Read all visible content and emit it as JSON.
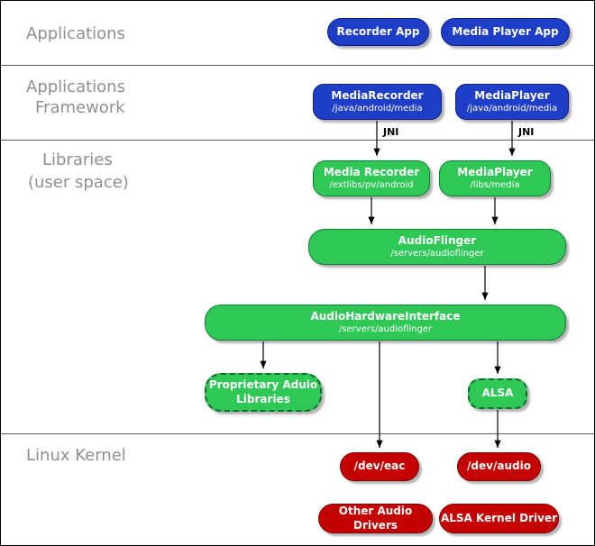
{
  "colors": {
    "blue": "#1e3ec8",
    "green": "#2fc857",
    "red": "#c40000",
    "section_label_gray": "#8f8f8f",
    "shadow_gray": "#b4b4b4"
  },
  "labels": {
    "applications": "Applications",
    "framework": [
      "Applications",
      "Framework"
    ],
    "libraries": [
      "Libraries",
      "(user space)"
    ],
    "kernel": "Linux Kernel",
    "jni_left": "JNI",
    "jni_right": "JNI"
  },
  "nodes": {
    "recorder_app": {
      "title": "Recorder App"
    },
    "media_player_app": {
      "title": "Media Player App"
    },
    "media_recorder_framework": {
      "title": "MediaRecorder",
      "path": "/java/android/media"
    },
    "media_player_framework": {
      "title": "MediaPlayer",
      "path": "/java/android/media"
    },
    "media_recorder_lib": {
      "title": "Media Recorder",
      "path": "/extlibs/pv/android"
    },
    "media_player_lib": {
      "title": "MediaPlayer",
      "path": "/libs/media"
    },
    "audio_flinger": {
      "title": "AudioFlinger",
      "path": "/servers/audioflinger"
    },
    "audio_hardware_interface": {
      "title": "AudioHardwareInterface",
      "path": "/servers/audioflinger"
    },
    "proprietary_audio_libraries": {
      "line1": "Proprietary Aduio",
      "line2": "Libraries"
    },
    "alsa": {
      "title": "ALSA"
    },
    "dev_eac": {
      "title": "/dev/eac"
    },
    "dev_audio": {
      "title": "/dev/audio"
    },
    "other_audio_drivers": {
      "title": "Other Audio Drivers"
    },
    "alsa_kernel_driver": {
      "title": "ALSA Kernel Driver"
    }
  }
}
